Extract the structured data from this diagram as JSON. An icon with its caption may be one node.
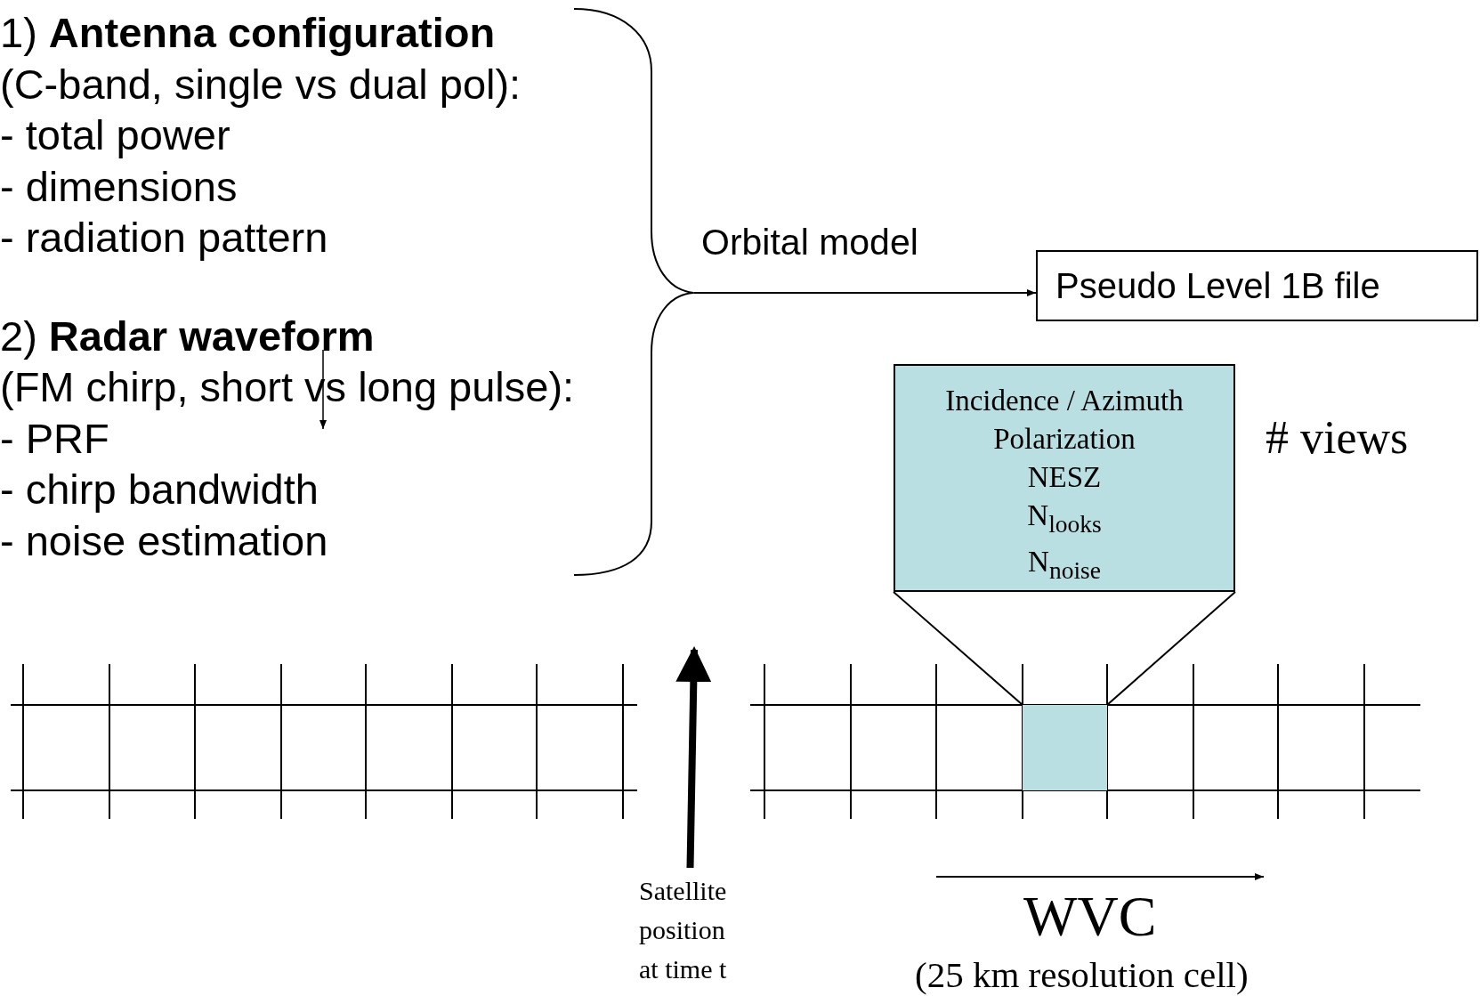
{
  "diagram": {
    "nodes": [
      {
        "text": [
          "1) **Antenna configuration**",
          "(C-band, single vs dual pol):",
          "- total power",
          "- dimensions",
          "- radiation pattern",
          "2) **Radar waveform**",
          "(FM chirp, short vs long pulse):",
          "- PRF",
          "- chirp bandwidth",
          "- noise estimation"
        ]
      },
      {
        "text": [
          "Pseudo Level 1B file"
        ]
      },
      {
        "text": [
          "Incidence / Azimuth",
          "Polarization",
          "NESZ",
          "N$_{looks}$",
          "N$_{noise}$"
        ]
      },
      {
        "text": [],
        "shape": "box"
      },
      {
        "text": [
          "Satellite position at time t"
        ]
      }
    ],
    "edges": [
      {
        "from": 0,
        "to": 1,
        "arrow": "to",
        "label": "Orbital model"
      },
      {
        "from": 2,
        "to": 3,
        "arrow": "none"
      },
      {
        "from": 2,
        "to": 3,
        "arrow": "none"
      },
      {
        "from": 4,
        "to": null,
        "arrow": "to",
        "style": "thick"
      }
    ],
    "labels": [
      "# views",
      "WVC",
      "(25 km resolution cell)"
    ]
  }
}
